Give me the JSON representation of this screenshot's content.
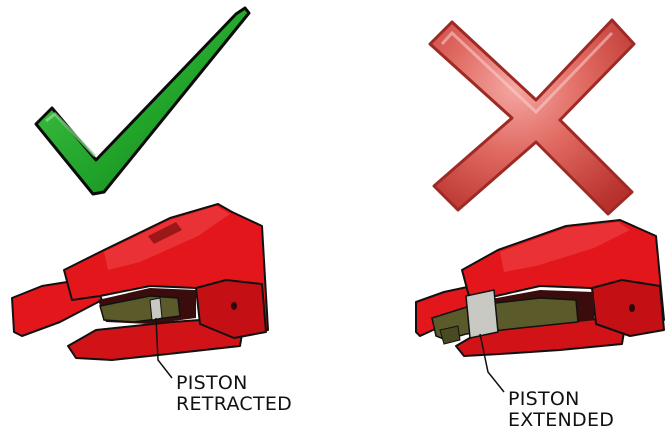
{
  "panels": [
    {
      "verdict": "correct",
      "callout_line1": "PISTON",
      "callout_line2": "RETRACTED"
    },
    {
      "verdict": "incorrect",
      "callout_line1": "PISTON",
      "callout_line2": "EXTENDED"
    }
  ],
  "colors": {
    "check_green": "#22a52a",
    "cross_red": "#d8554f",
    "part_red": "#e3161b",
    "piston_olive": "#5b5a2a",
    "piston_steel": "#c9c9c4"
  }
}
